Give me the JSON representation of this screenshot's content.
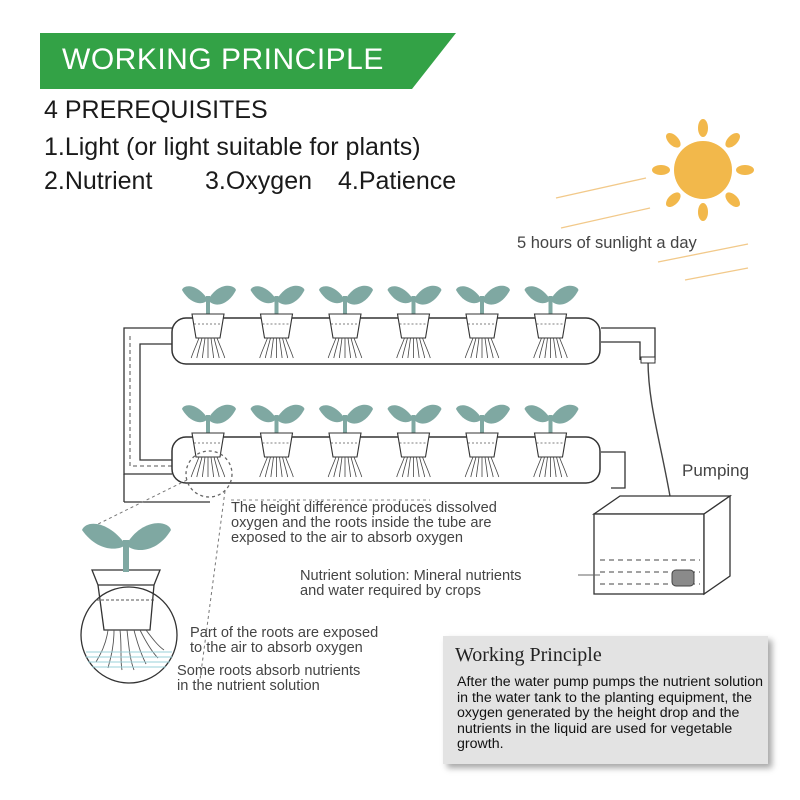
{
  "header": {
    "title": "WORKING PRINCIPLE",
    "accent_color": "#33a246"
  },
  "prerequisites": {
    "heading": "4 PREREQUISITES",
    "line1": "1.Light (or light suitable for plants)",
    "item2": "2.Nutrient",
    "item3": "3.Oxygen",
    "item4": "4.Patience"
  },
  "sun": {
    "label": "5 hours of sunlight a day",
    "icon": "sun-icon",
    "color": "#f2b84b"
  },
  "diagram": {
    "pumping_label": "Pumping",
    "plants_per_tube": 6,
    "plant_color": "#7fa8a2",
    "annotations": {
      "height_difference": [
        "The height difference produces dissolved",
        "oxygen and the roots inside the tube are",
        "exposed to the air to absorb oxygen"
      ],
      "nutrient_solution": [
        "Nutrient solution: Mineral nutrients",
        "and water required by crops"
      ],
      "roots_exposed": [
        "Part of the roots are exposed",
        "to the air to absorb oxygen"
      ],
      "roots_absorb": [
        "Some roots absorb nutrients",
        "in the nutrient solution"
      ]
    }
  },
  "principle_box": {
    "title": "Working Principle",
    "body": "After the water pump pumps the nutrient solution in the water tank to the planting equipment, the oxygen generated by the height drop and the nutrients in the liquid are used for vegetable growth."
  }
}
